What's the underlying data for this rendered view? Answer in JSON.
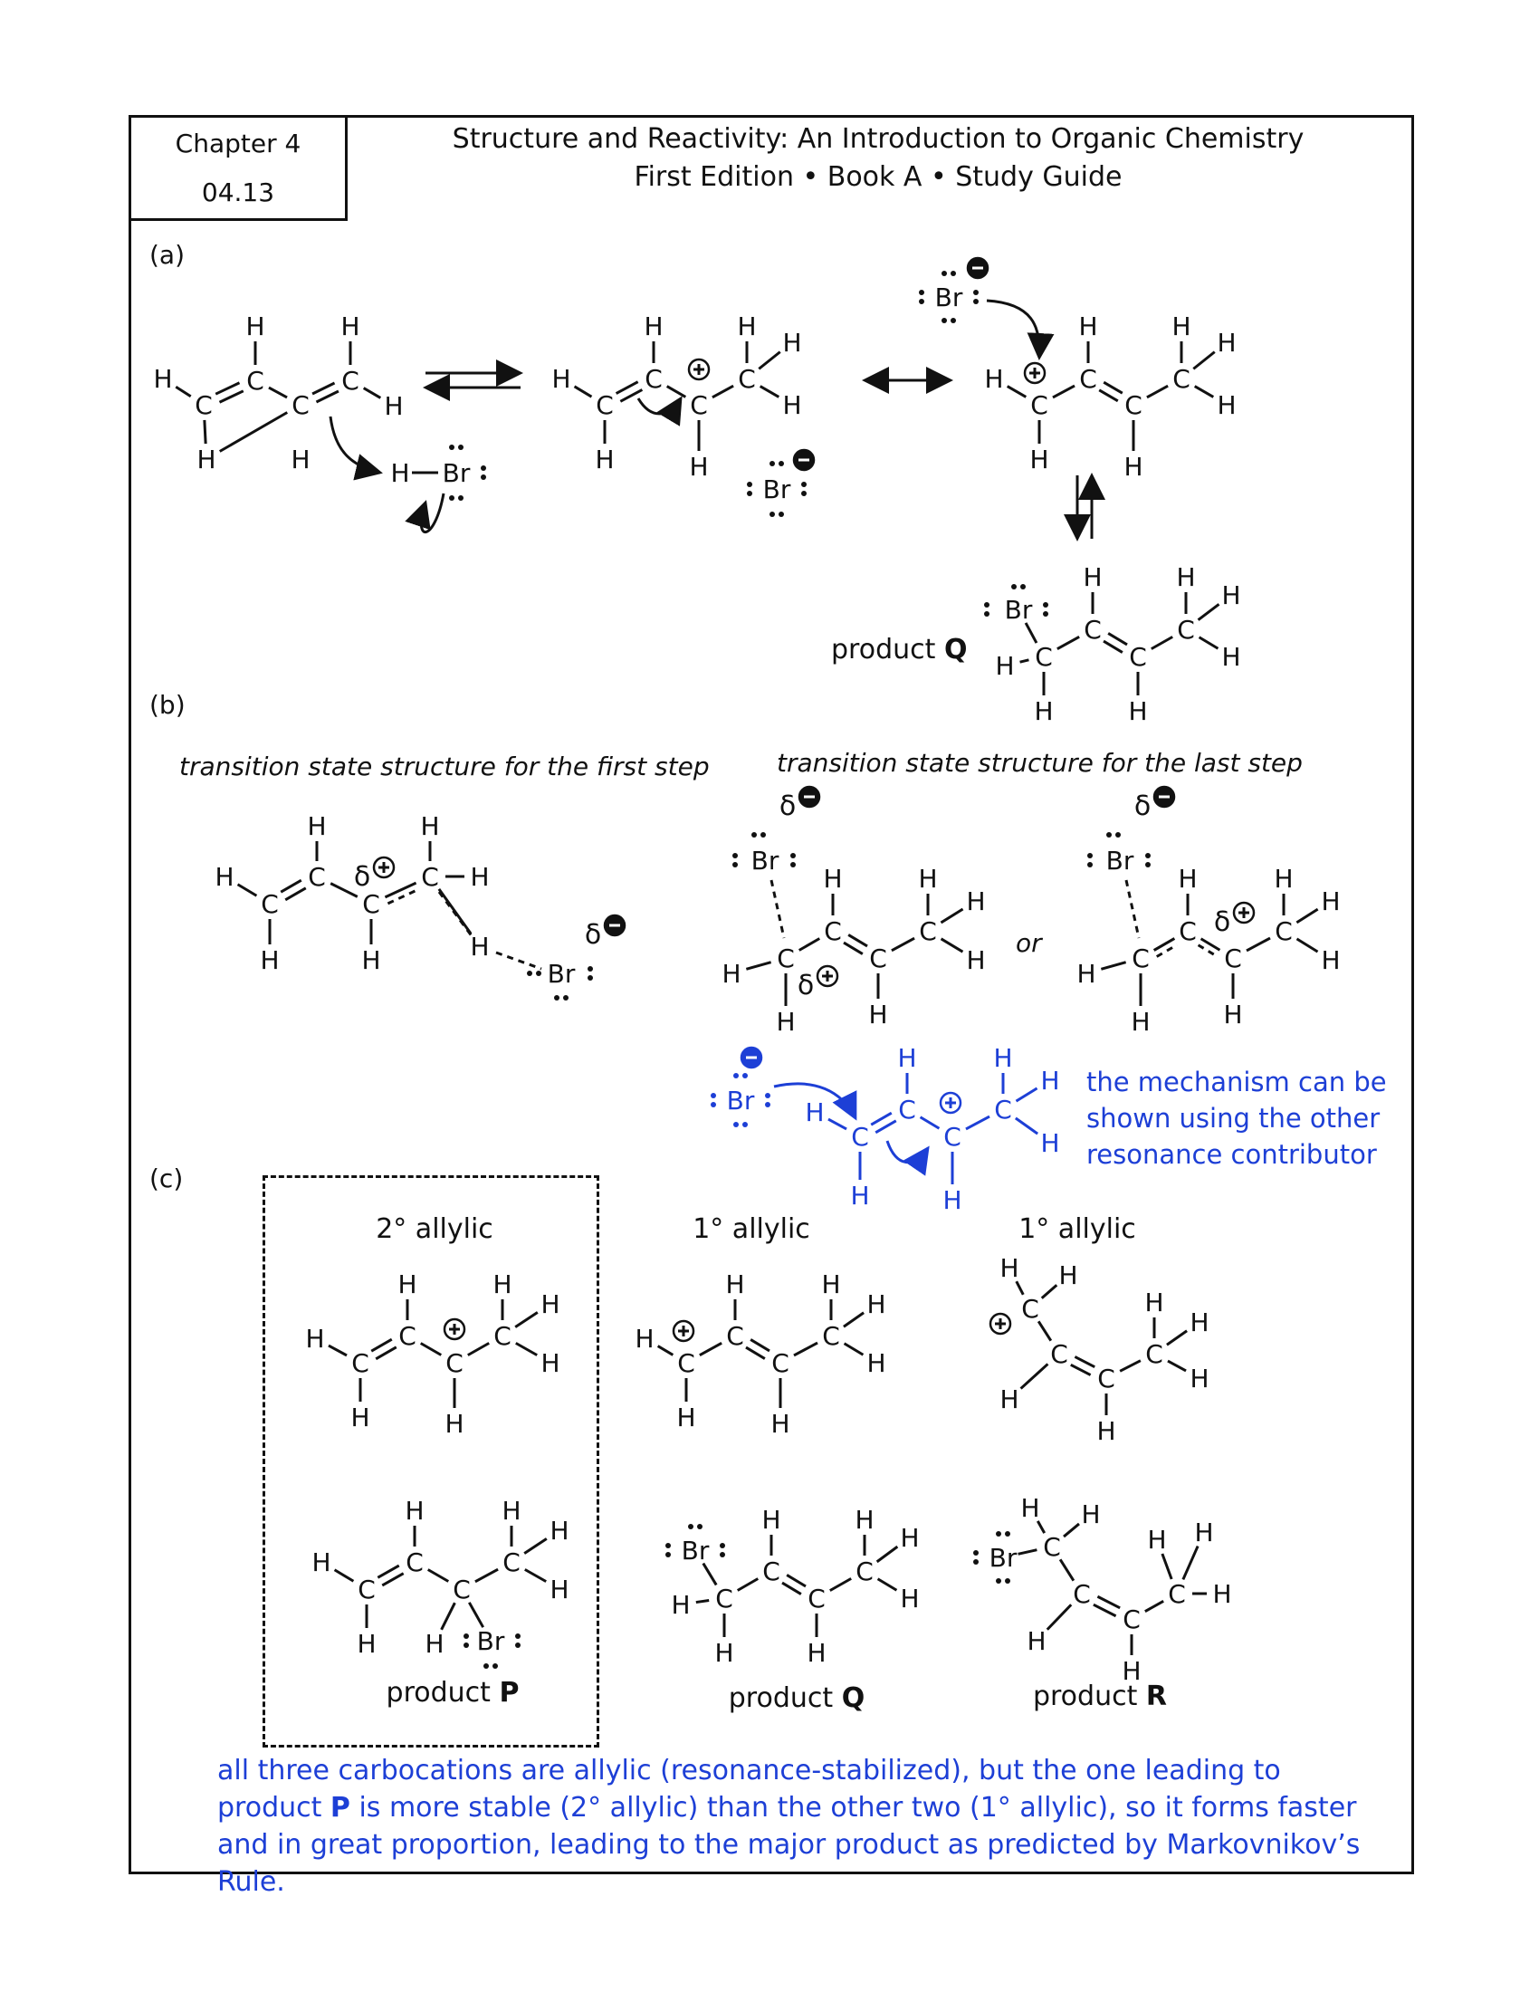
{
  "header": {
    "chapter": "Chapter 4",
    "number": "04.13",
    "line1": "Structure and Reactivity: An Introduction to Organic Chemistry",
    "line2": "First Edition • Book A • Study Guide"
  },
  "part_a": {
    "label": "(a)",
    "product_label": "product",
    "product_letter": "Q"
  },
  "part_b": {
    "label": "(b)",
    "caption_first": "transition state structure for the first step",
    "caption_last": "transition state structure for the last step",
    "or": "or",
    "note_lines": [
      "the mechanism can be",
      "shown using the other",
      "resonance contributor"
    ]
  },
  "part_c": {
    "label": "(c)",
    "types": [
      "2° allylic",
      "1° allylic",
      "1° allylic"
    ],
    "products": [
      {
        "prefix": "product",
        "letter": "P"
      },
      {
        "prefix": "product",
        "letter": "Q"
      },
      {
        "prefix": "product",
        "letter": "R"
      }
    ]
  },
  "footer": {
    "line1": "all three carbocations are allylic (resonance-stabilized), but the one leading to",
    "line2_a": "product ",
    "line2_b": "P",
    "line2_c": " is more stable (2° allylic) than the other two (1° allylic), so it forms faster",
    "line3": "and in great proportion, leading to the major product as predicted by Markovnikov’s Rule."
  },
  "atoms": {
    "c": "C",
    "h": "H",
    "br": "Br",
    "delta": "δ"
  },
  "colors": {
    "ink": "#111111",
    "accent": "#1d3fd6"
  }
}
